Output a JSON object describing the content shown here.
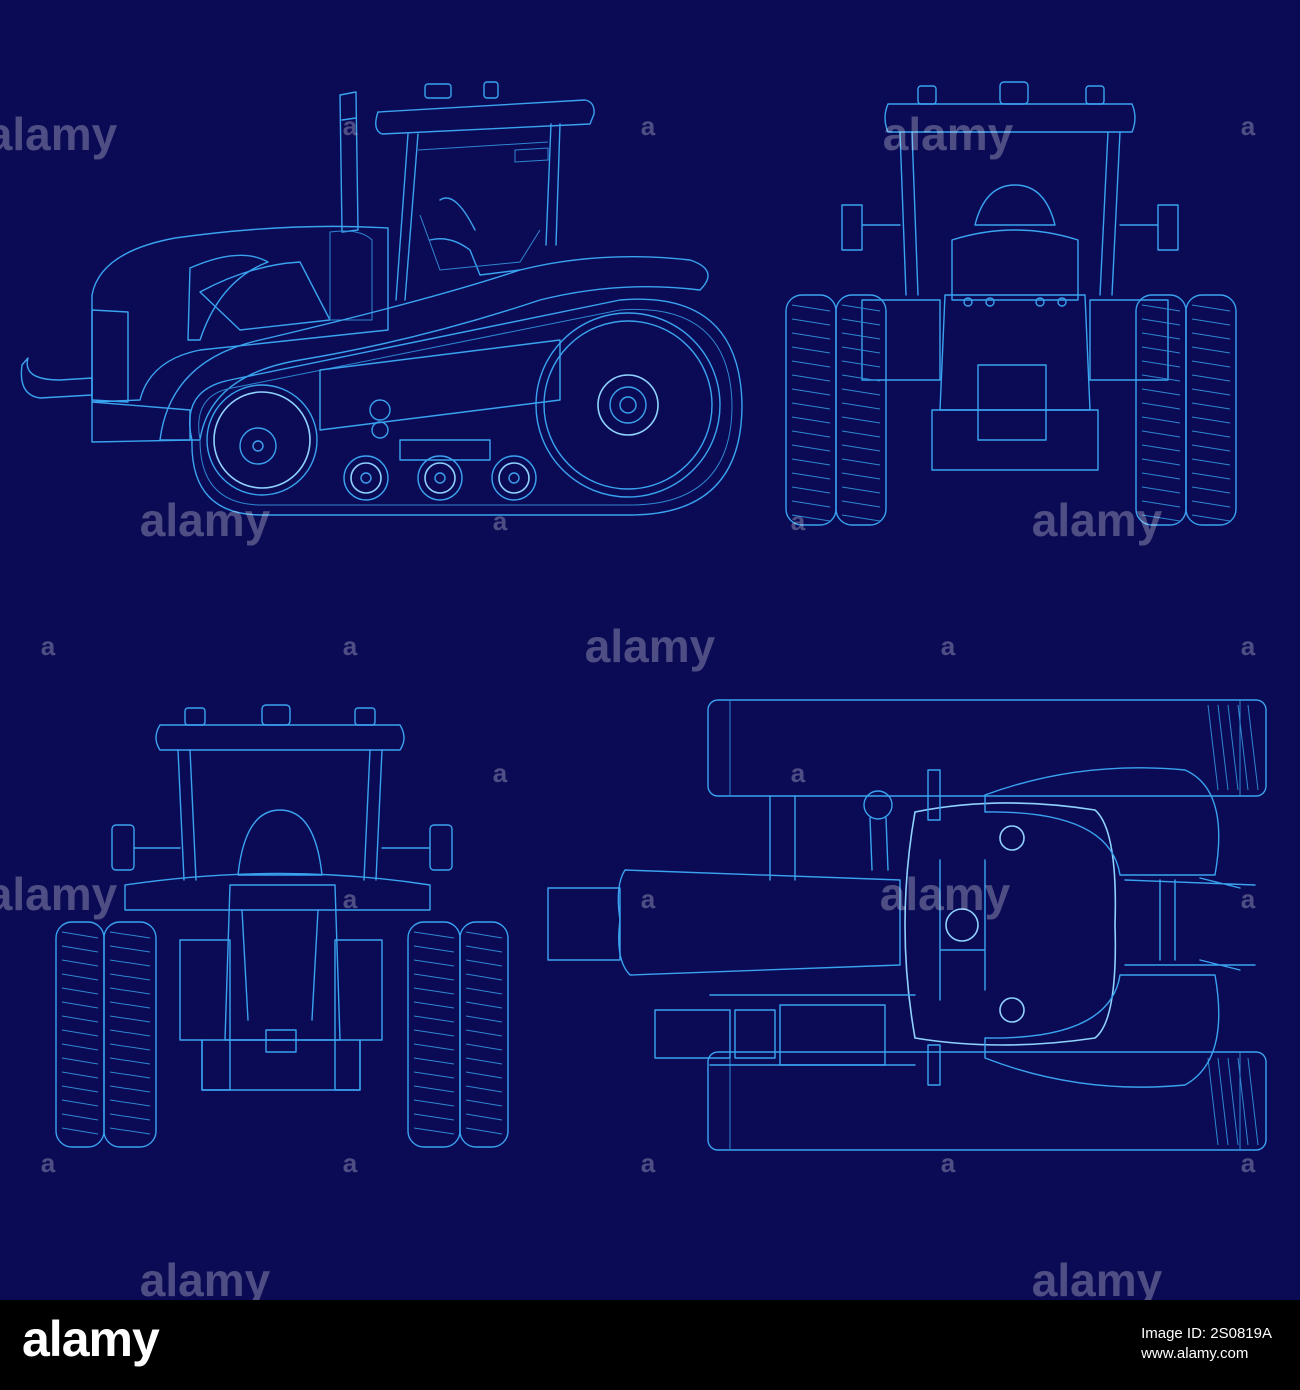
{
  "watermark": {
    "text": "alamy",
    "glyph": "a"
  },
  "footer": {
    "logo": "alamy",
    "image_id": "Image ID: 2S0819A",
    "site": "www.alamy.com"
  },
  "colors": {
    "background": "#0b0b55",
    "line": "#3aa3f0",
    "highlight": "#8fd2ff",
    "footer": "#000000"
  },
  "views": [
    "side-view",
    "rear-view",
    "front-view",
    "top-view"
  ]
}
